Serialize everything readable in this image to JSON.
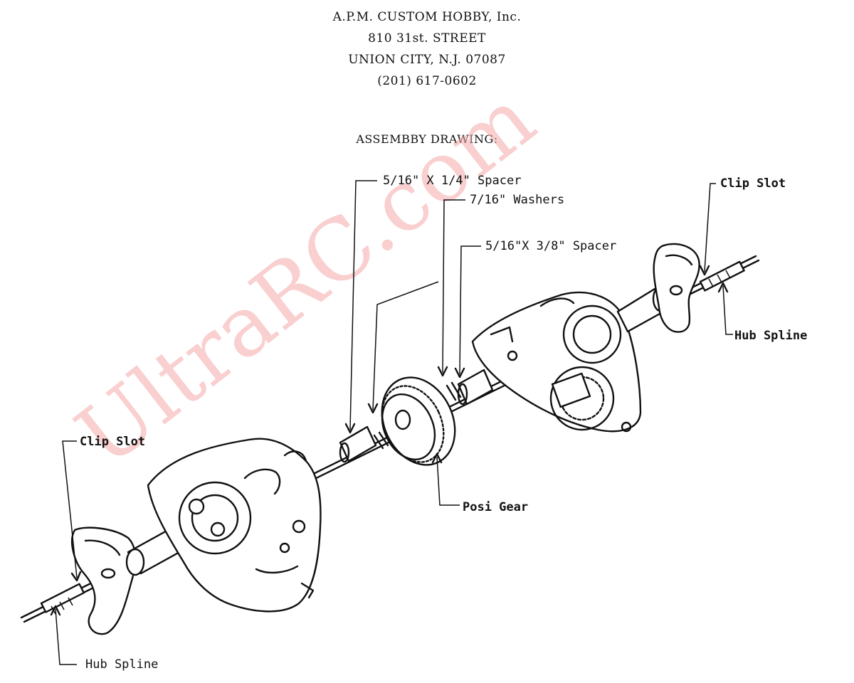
{
  "header": {
    "company": "A.P.M. CUSTOM HOBBY, Inc.",
    "street": "810 31st. STREET",
    "city": "UNION CITY, N.J. 07087",
    "phone": "(201) 617-0602"
  },
  "drawing_title": "ASSEMBBY DRAWING:",
  "watermark": "UltraRC.com",
  "callouts": {
    "spacer_small": "5/16\" X 1/4\" Spacer",
    "washers": "7/16\" Washers",
    "spacer_large": "5/16\"X 3/8\" Spacer",
    "clip_slot_right": "Clip Slot",
    "hub_spline_right": "Hub Spline",
    "clip_slot_left": "Clip Slot",
    "posi_gear": "Posi Gear",
    "hub_spline_left": "Hub Spline"
  },
  "colors": {
    "ink": "#111111",
    "watermark": "#f4a8a8",
    "paper": "#ffffff"
  }
}
